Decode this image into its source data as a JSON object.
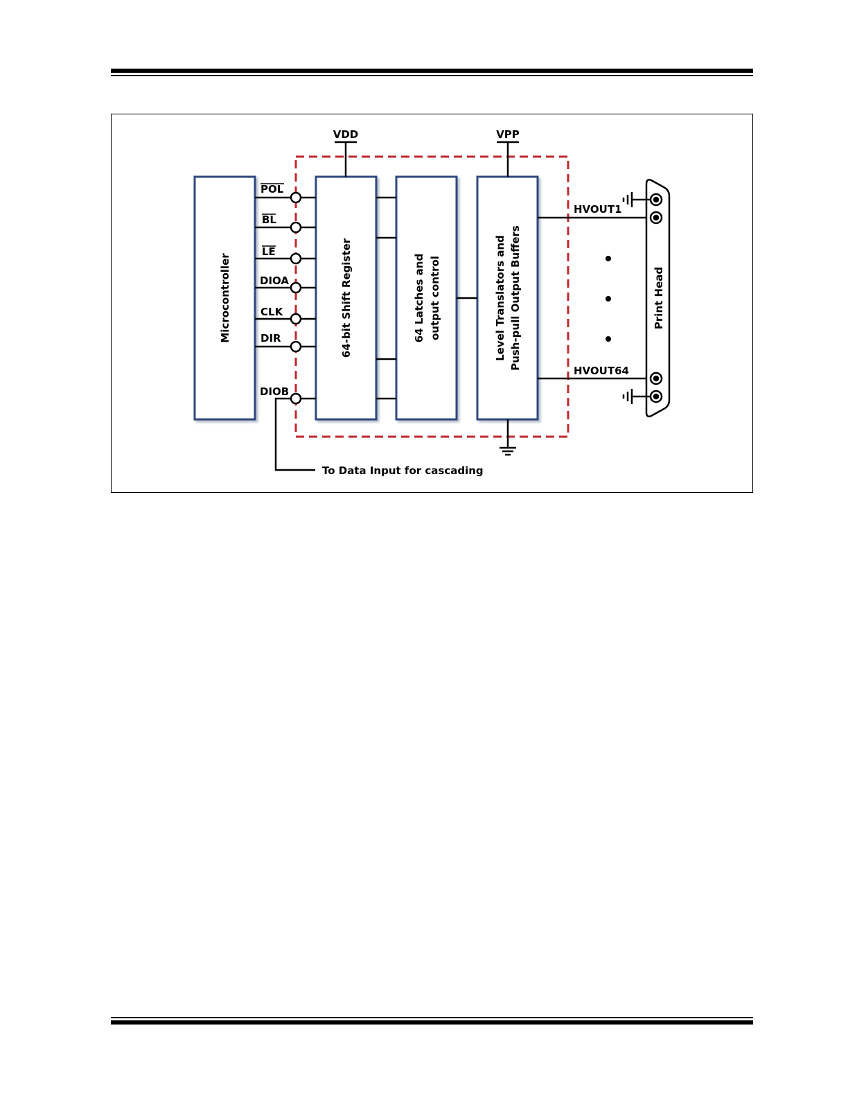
{
  "diagram": {
    "blocks": {
      "microcontroller": "Microcontroller",
      "shift_register": "64-bit Shift Register",
      "latches_line1": "64 Latches and",
      "latches_line2": "output control",
      "level_line1": "Level Translators and",
      "level_line2": "Push-pull Output Buffers",
      "print_head": "Print Head"
    },
    "supplies": {
      "vdd": "VDD",
      "vpp": "VPP"
    },
    "pins": {
      "pol": "POL",
      "bl": "BL",
      "le": "LE",
      "dioa": "DIOA",
      "clk": "CLK",
      "dir": "DIR",
      "diob": "DIOB"
    },
    "outputs": {
      "hvout1": "HVOUT1",
      "hvout64": "HVOUT64"
    },
    "cascade_label": "To Data Input for cascading"
  },
  "colors": {
    "block_border": "#2e4a7d",
    "dashed_boundary": "#c0272d",
    "wire": "#000000"
  }
}
